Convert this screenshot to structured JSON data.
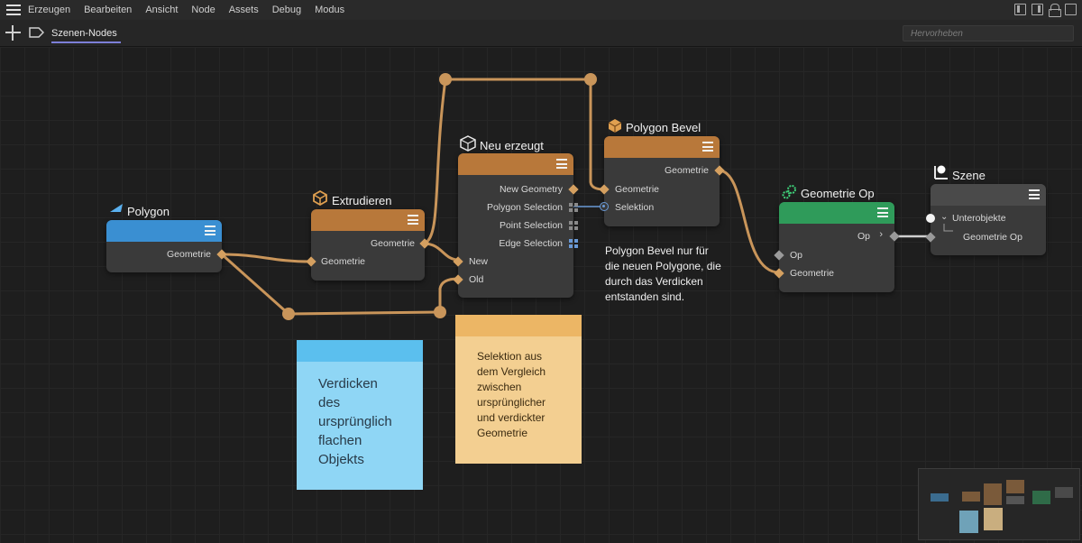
{
  "menubar": {
    "items": [
      "Erzeugen",
      "Bearbeiten",
      "Ansicht",
      "Node",
      "Assets",
      "Debug",
      "Modus"
    ]
  },
  "tabbar": {
    "active_tab": "Szenen-Nodes",
    "search_placeholder": "Hervorheben"
  },
  "nodes": {
    "polygon": {
      "title": "Polygon",
      "color": "#3a8fd2",
      "output": "Geometrie"
    },
    "extrudieren": {
      "title": "Extrudieren",
      "color": "#b8783a",
      "output": "Geometrie",
      "input": "Geometrie"
    },
    "neu_erzeugt": {
      "title": "Neu erzeugt",
      "color": "#b8783a",
      "outputs": [
        "New Geometry",
        "Polygon Selection",
        "Point Selection",
        "Edge Selection"
      ],
      "inputs": [
        "New",
        "Old"
      ]
    },
    "polygon_bevel": {
      "title": "Polygon Bevel",
      "color": "#b8783a",
      "output": "Geometrie",
      "inputs": [
        "Geometrie",
        "Selektion"
      ]
    },
    "geometrie_op": {
      "title": "Geometrie Op",
      "color": "#2f9b5a",
      "output": "Op",
      "inputs": [
        "Op",
        "Geometrie"
      ]
    },
    "szene": {
      "title": "Szene",
      "color": "#4a4a4a",
      "items": [
        "Unterobjekte",
        "Geometrie Op"
      ]
    }
  },
  "comment": {
    "text_lines": [
      "Polygon Bevel nur für",
      "die neuen Polygone, die",
      "durch das Verdicken",
      "entstanden sind."
    ]
  },
  "notes": {
    "blue": {
      "head_color": "#5bbfee",
      "body_color": "#8fd6f5",
      "lines": [
        "Verdicken",
        "des",
        "ursprünglich",
        "flachen",
        "Objekts"
      ]
    },
    "orange": {
      "head_color": "#ecb665",
      "body_color": "#f3cf91",
      "lines": [
        "Selektion aus",
        "dem Vergleich",
        "zwischen",
        "ursprünglicher",
        "und verdickter",
        "Geometrie"
      ]
    }
  },
  "colors": {
    "wire": "#c9955a",
    "accent_tab": "#7c7fd8"
  }
}
